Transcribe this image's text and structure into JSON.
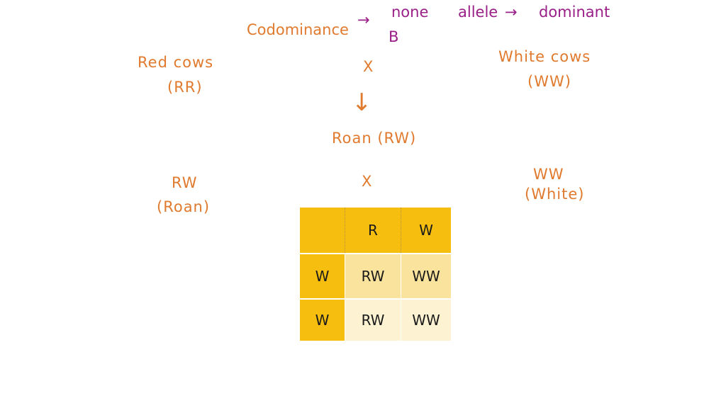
{
  "header": {
    "term": "Codominance",
    "arrow1": "→",
    "none": "none",
    "allele": "allele",
    "arrow2": "→",
    "dominant": "dominant",
    "b": "B"
  },
  "parents1": {
    "left_label": "Red cows",
    "left_genotype": "(RR)",
    "cross": "X",
    "right_label": "White cows",
    "right_genotype": "(WW)"
  },
  "offspring": {
    "arrow": "↓",
    "label": "Roan (RW)"
  },
  "parents2": {
    "left_genotype": "RW",
    "left_label": "(Roan)",
    "cross": "X",
    "right_genotype": "WW",
    "right_label": "(White)"
  },
  "punnett": {
    "columns": [
      "R",
      "W"
    ],
    "rows": [
      {
        "allele": "W",
        "cells": [
          "RW",
          "WW"
        ]
      },
      {
        "allele": "W",
        "cells": [
          "RW",
          "WW"
        ]
      }
    ]
  },
  "colors": {
    "orange": "#e07a2e",
    "purple": "#9a2088",
    "header": "#f6bf10",
    "mid": "#fae39c",
    "light": "#fdf2d2"
  }
}
